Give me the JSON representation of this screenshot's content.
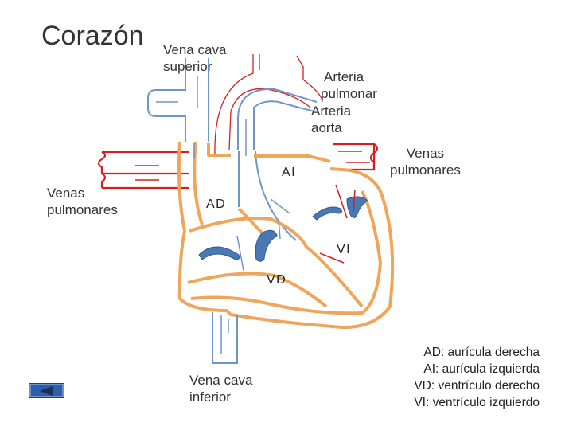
{
  "title": "Corazón",
  "labels": {
    "vena_cava_superior": [
      "Vena cava",
      "superior"
    ],
    "arteria_pulmonar": [
      "Arteria",
      "pulmonar"
    ],
    "arteria_aorta": [
      "Arteria",
      "aorta"
    ],
    "venas_pulmonares_right": [
      "Venas",
      "pulmonares"
    ],
    "venas_pulmonares_left": [
      "Venas",
      "pulmonares"
    ],
    "vena_cava_inferior": [
      "Vena cava",
      "inferior"
    ],
    "ai": "AI",
    "ad": "AD",
    "vi": "VI",
    "vd": "VD"
  },
  "legend": [
    "AD: aurícula derecha",
    "AI: aurícula izquierda",
    "VD: ventrículo derecho",
    "VI: ventrículo izquierdo"
  ],
  "colors": {
    "heart_wall": "#f0a65a",
    "artery_red": "#d42020",
    "vein_blue": "#6f96c8",
    "valve_blue": "#4a78b4"
  },
  "icons": {
    "back": "left-triangle-icon"
  }
}
